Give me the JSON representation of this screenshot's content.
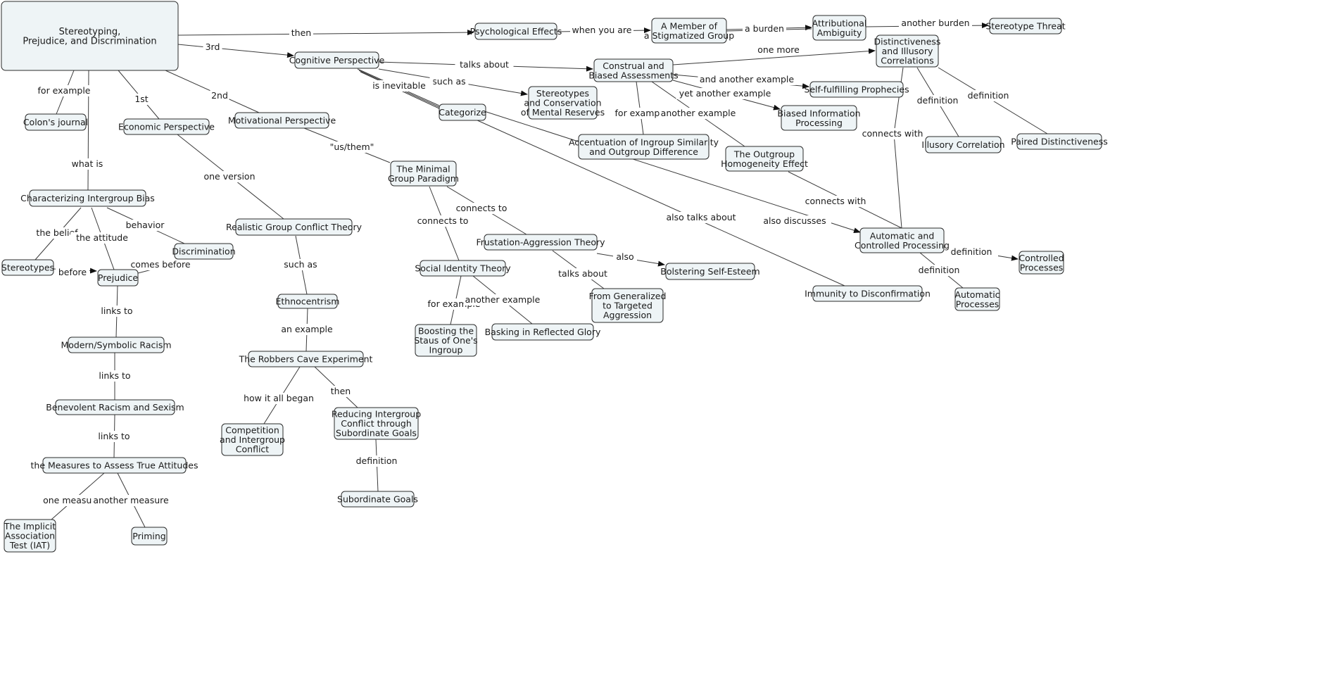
{
  "nodes": {
    "root": "Stereotyping, Prejudice, and Discrimination",
    "psych": "Psychological Effects",
    "member": "A Member of a Stigmatized Group",
    "attrib": "Attributional Ambiguity",
    "threat": "Stereotype Threat",
    "cog": "Cognitive Perspective",
    "construal": "Construal and Biased Assessments",
    "distinct": "Distinctiveness and Illusory Correlations",
    "stereocons": "Stereotypes and Conservation of Mental Reserves",
    "categorize": "Categorize",
    "selffulfill": "Self-fulfilling Prophecies",
    "biasedinfo": "Biased Information Processing",
    "accent": "Accentuation of Ingroup Similarity and Outgroup Difference",
    "outgroup": "The Outgroup Homogeneity Effect",
    "illusory": "Illusory Correlation",
    "paired": "Paired Distinctiveness",
    "colon": "Colon's journal",
    "econ": "Economic Perspective",
    "motiv": "Motivational Perspective",
    "minimal": "The Minimal Group Paradigm",
    "charbias": "Characterizing Intergroup Bias",
    "realistic": "Realistic Group Conflict Theory",
    "frustration": "Frustation-Aggression Theory",
    "discrim": "Discrimination",
    "stereotypes": "Stereotypes",
    "prejudice": "Prejudice",
    "socialid": "Social Identity Theory",
    "selfesteem": "Bolstering Self-Esteem",
    "automatic": "Automatic and Controlled Processing",
    "controlled": "Controlled Processes",
    "immunity": "Immunity to Disconfirmation",
    "autoproc": "Automatic Processes",
    "generalized": "From Generalized to Targeted Aggression",
    "ethno": "Ethnocentrism",
    "boosting": "Boosting the Staus of One's Ingroup",
    "basking": "Basking in Reflected Glory",
    "modern": "Modern/Symbolic Racism",
    "robbers": "The Robbers Cave Experiment",
    "benevolent": "Benevolent Racism and Sexism",
    "competition": "Competition and Intergroup Conflict",
    "reducing": "Reducing Intergroup Conflict through Subordinate Goals",
    "measures": "the Measures to Assess True Attitudes",
    "subgoals": "Subordinate Goals",
    "iat": "The Implicit Association Test (IAT)",
    "priming": "Priming"
  },
  "edge_labels": {
    "then": "then",
    "third": "3rd",
    "when_you_are": "when you are",
    "a_burden": "a burden",
    "another_burden": "another burden",
    "talks_about": "talks about",
    "one_more": "one more",
    "such_as_cog": "such as",
    "is_inevitable": "is inevitable",
    "and_another_example": "and another example",
    "yet_another_example": "yet another example",
    "for_example_construal": "for example",
    "another_example_construal": "another example",
    "connects_with_distinct": "connects with",
    "definition_illusory": "definition",
    "definition_paired": "definition",
    "for_example_root": "for example",
    "first": "1st",
    "second": "2nd",
    "us_them": "\"us/them\"",
    "what_is": "what is",
    "one_version": "one version",
    "connects_to_frust": "connects to",
    "connects_to_social": "connects to",
    "connects_with_outgroup": "connects with",
    "also_talks_about": "also talks about",
    "also_discusses": "also discusses",
    "the_belief": "the belief",
    "the_attitude": "the attitude",
    "behavior": "behavior",
    "before": "before",
    "comes_before": "comes before",
    "also": "also",
    "talks_about_frust": "talks about",
    "definition_controlled": "definition",
    "definition_auto": "definition",
    "such_as_realistic": "such as",
    "for_example_social": "for example",
    "another_example_social": "another example",
    "links_to_1": "links to",
    "links_to_2": "links to",
    "links_to_3": "links to",
    "an_example": "an example",
    "how_it_all_began": "how it all began",
    "then_robbers": "then",
    "definition_sub": "definition",
    "one_measure": "one measure",
    "another_measure": "another measure"
  }
}
